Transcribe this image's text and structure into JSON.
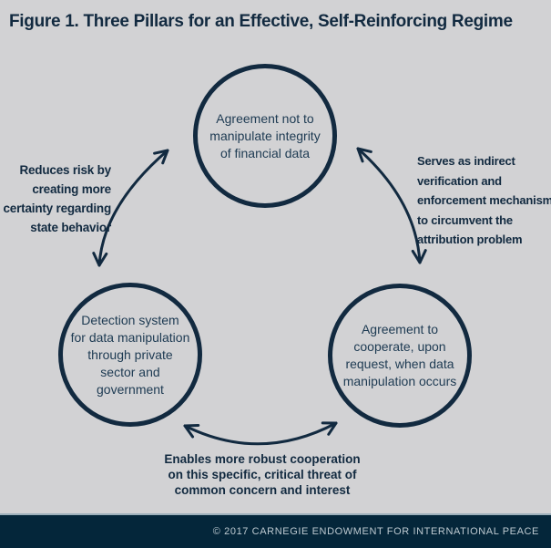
{
  "title": "Figure 1. Three Pillars for an Effective, Self-Reinforcing Regime",
  "diagram": {
    "nodes": {
      "top": {
        "label": "Agreement not to\nmanipulate integrity\nof financial data"
      },
      "bottom_left": {
        "label": "Detection system\nfor data manipulation\nthrough private\nsector and\ngovernment"
      },
      "bottom_right": {
        "label": "Agreement to\ncooperate, upon\nrequest, when data\nmanipulation occurs"
      }
    },
    "edge_labels": {
      "left": "Reduces risk by\ncreating more\ncertainty regarding\nstate behavior",
      "right": "Serves as indirect\nverification and\nenforcement mechanism\nto circumvent the\nattribution problem",
      "bottom": "Enables more robust cooperation\non this specific, critical threat of\ncommon concern and interest"
    },
    "edges": [
      {
        "from": "bottom_left",
        "to": "top",
        "bidirectional": true
      },
      {
        "from": "top",
        "to": "bottom_right",
        "bidirectional": true
      },
      {
        "from": "bottom_left",
        "to": "bottom_right",
        "bidirectional": true
      }
    ]
  },
  "footer": {
    "copyright": "© 2017 CARNEGIE ENDOWMENT FOR INTERNATIONAL PEACE"
  },
  "colors": {
    "background": "#d2d2d4",
    "navy": "#122a40",
    "node_text": "#1d3a52",
    "footer_bg": "#04263a",
    "footer_border": "#9db0bb",
    "footer_text": "#becad1"
  }
}
